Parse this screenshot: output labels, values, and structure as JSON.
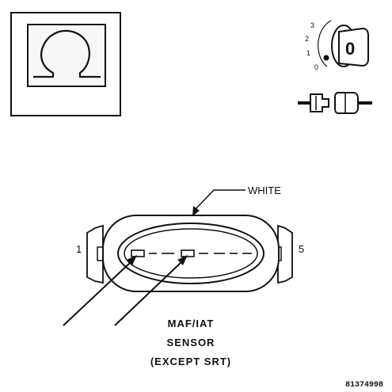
{
  "symbol_panel": {
    "icon": "ohm-icon"
  },
  "key_positions": {
    "labels": [
      "3",
      "2",
      "1",
      "0"
    ],
    "key_glyph": "0",
    "icon": "ignition-key-icon"
  },
  "connector_icon": "connector-disconnect-icon",
  "connector": {
    "callout_label": "WHITE",
    "pin_left": "1",
    "pin_right": "5",
    "pins_count": 5,
    "used_pins": [
      1,
      3
    ]
  },
  "caption": {
    "line1": "MAF/IAT",
    "line2": "SENSOR",
    "line3": "(EXCEPT SRT)"
  },
  "figure_id": "81374998",
  "colors": {
    "ink": "#111111",
    "panel_fill": "#f7f7f7",
    "background": "#ffffff"
  }
}
